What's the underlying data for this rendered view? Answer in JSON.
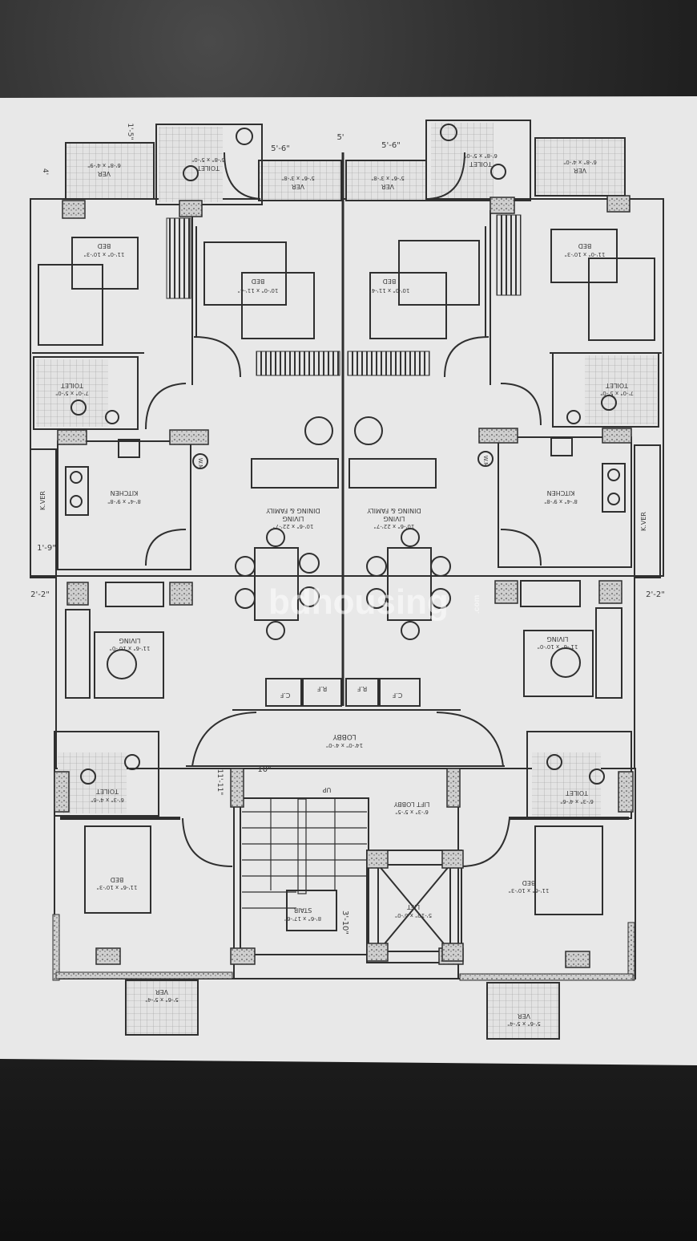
{
  "labels": {
    "dim_5_6_left": "5'-6\"",
    "dim_5_center": "5'",
    "dim_5_6_right": "5'-6\"",
    "dim_1_5": "1'-5\"",
    "dim_4": "4'",
    "dim_1_9": "1'-9\"",
    "dim_2_2_left": "2'-2\"",
    "dim_2_2_right": "2'-2\"",
    "dim_10": "10\"",
    "dim_11_11": "11'-11\"",
    "dim_3_10": "3'-10\"",
    "ver_tl": "VER",
    "ver_tl_size": "6'-8\" x 4'-9\"",
    "toilet_tl": "TOILET",
    "toilet_tl_size": "6'-8\" x 5'-0\"",
    "ver_cl": "VER",
    "ver_cl_size": "5'-6\" x 3'-8\"",
    "ver_cr": "VER",
    "ver_cr_size": "5'-6\" x 3'-8\"",
    "toilet_tr": "TOILET",
    "toilet_tr_size": "6'-8\" x 5'-0\"",
    "ver_tr": "VER",
    "ver_tr_size": "6'-8\" x 4'-0\"",
    "bed_ul": "BED",
    "bed_ul_size": "11'-0\" x 10'-3\"",
    "bed_uc_l": "BED",
    "bed_uc_l_size": "10'-0\" x 11'-4\"",
    "bed_uc_r": "BED",
    "bed_uc_r_size": "10'-0\" x 11'-4\"",
    "bed_ur": "BED",
    "bed_ur_size": "11'-0\" x 10'-3\"",
    "toilet_ml": "TOILET",
    "toilet_ml_size": "7'-0\" x 5'-0\"",
    "toilet_mr": "TOILET",
    "toilet_mr_size": "7'-0\" x 5'-0\"",
    "wm_l": "W.M",
    "wm_r": "W.M",
    "kitchen_l": "KITCHEN",
    "kitchen_l_size": "8'-4\" x 9'-8\"",
    "kitchen_r": "KITCHEN",
    "kitchen_r_size": "8'-4\" x 9'-8\"",
    "kver_l": "K.VER",
    "kver_r": "K.VER",
    "dining_l": "DINING & FAMILY",
    "dining_l_sub": "LIVING",
    "dining_l_size": "10'-6\" x 22'-7\"",
    "dining_r": "DINING & FAMILY",
    "dining_r_sub": "LIVING",
    "dining_r_size": "10'-6\" x 22'-7\"",
    "living_l": "LIVING",
    "living_l_size": "11'-6\" x 10'-0\"",
    "living_r": "LIVING",
    "living_r_size": "11'-6\" x 10'-0\"",
    "cf_l": "C.F",
    "rf_l": "R.F",
    "rf_r": "R.F",
    "cf_r": "C.F",
    "lobby": "LOBBY",
    "lobby_size": "14'-0\" x 4'-0\"",
    "toilet_bl": "TOILET",
    "toilet_bl_size": "6'-3\" x 4'-6\"",
    "toilet_br": "TOILET",
    "toilet_br_size": "6'-3\" x 4'-6\"",
    "up": "UP",
    "lift_lobby": "LIFT LOBBY",
    "lift_lobby_size": "6'-3\" x 5'-5\"",
    "bed_ll": "BED",
    "bed_ll_size": "11'-6\" x 10'-3\"",
    "stair": "STAIR",
    "stair_size": "8'-6\" x 17'-6\"",
    "lift": "LIFT",
    "lift_size": "5'-10\" x 6'-0\"",
    "bed_lr": "BED",
    "bed_lr_size": "11'-6\" x 10'-3\"",
    "ver_bl": "VER",
    "ver_bl_size": "5'-6\" x 5'-4\"",
    "ver_br": "VER",
    "ver_br_size": "5'-6\" x 5'-4\""
  },
  "watermark": {
    "text": "bdhousing",
    "suffix": ".com"
  },
  "colors": {
    "paper": "#e9e9e9",
    "ink": "#2f2f2f"
  }
}
